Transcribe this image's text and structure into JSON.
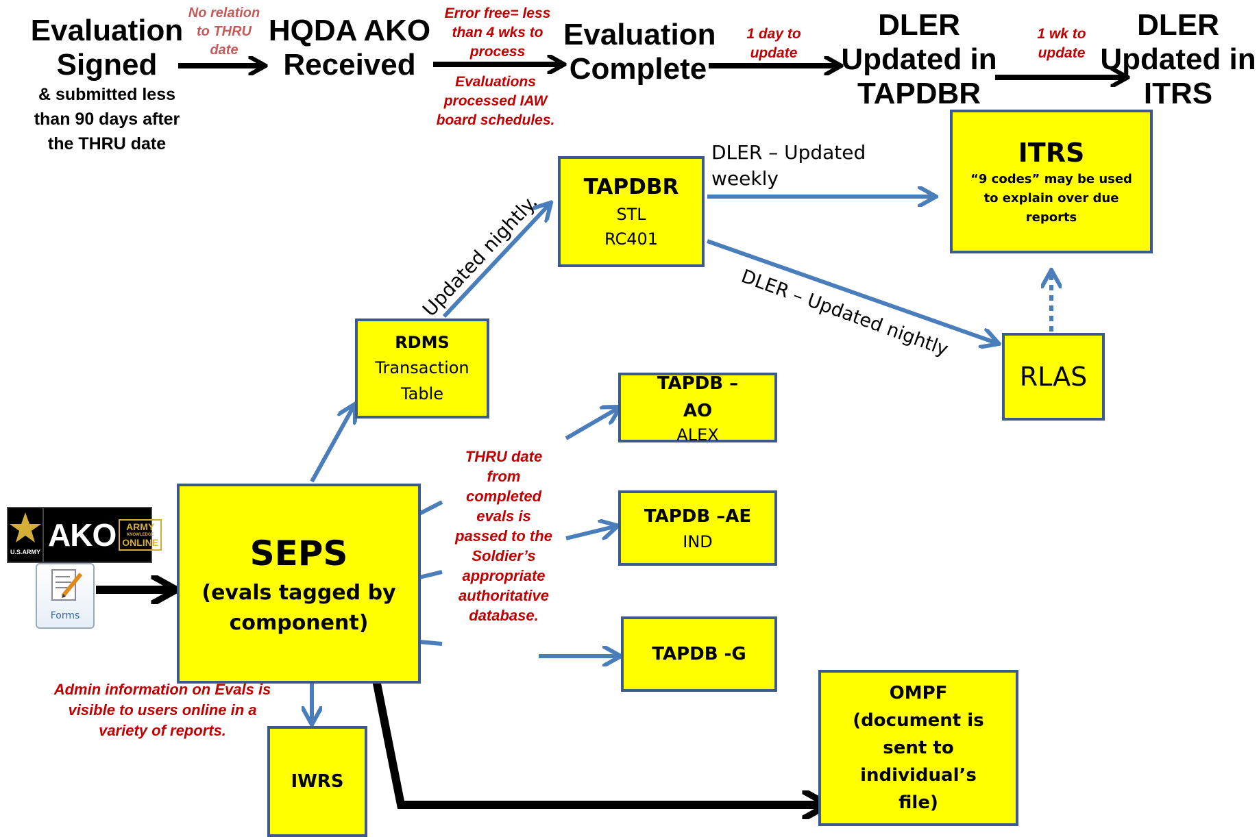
{
  "top_flow": {
    "step1": "Evaluation Signed",
    "step1_note": "& submitted less than 90 days after the THRU date",
    "arrow1_note": "No relation to THRU date",
    "step2": "HQDA AKO Received",
    "arrow2_note_a": "Error free= less than 4 wks to process",
    "arrow2_note_b": "Evaluations processed IAW board schedules.",
    "step3": "Evaluation Complete",
    "arrow3_note": "1 day to update",
    "step4": "DLER Updated in TAPDBR",
    "arrow4_note": "1 wk to update",
    "step5": "DLER Updated in ITRS"
  },
  "boxes": {
    "tapdbr": {
      "title": "TAPDBR",
      "line1": "STL",
      "line2": "RC401"
    },
    "itrs": {
      "title": "ITRS",
      "sub": "“9 codes” may be used to explain over due reports"
    },
    "rlas": {
      "title": "RLAS"
    },
    "rdms": {
      "title": "RDMS",
      "sub": "Transaction Table"
    },
    "tapdb_ao": {
      "title": "TAPDB – AO",
      "sub": "ALEX"
    },
    "tapdb_ae": {
      "title": "TAPDB –AE",
      "sub": "IND"
    },
    "tapdb_g": {
      "title": "TAPDB -G"
    },
    "seps": {
      "title": "SEPS",
      "sub": "(evals tagged by component)"
    },
    "iwrs": {
      "title": "IWRS"
    },
    "ompf": {
      "title": "OMPF",
      "sub": "(document is sent to individual’s file)"
    }
  },
  "labels": {
    "dler_weekly": "DLER – Updated weekly",
    "dler_nightly": "DLER – Updated nightly",
    "updated_nightly": "Updated nightly.",
    "thru_note": "THRU date from completed evals is passed to the Soldier’s appropriate authoritative database.",
    "admin_note": "Admin information on Evals is visible to users online in a variety of reports."
  },
  "logo": {
    "army_text": "U.S.ARMY",
    "ako_text": "AKO",
    "ako_sub1": "ARMY",
    "ako_sub2": "KNOWLEDGE",
    "ako_sub3": "ONLINE",
    "forms_text": "Forms"
  },
  "colors": {
    "box_fill": "#ffff00",
    "box_border": "#3d5a8c",
    "arrow_blue": "#4a7ebb",
    "note_red": "#c00000"
  }
}
